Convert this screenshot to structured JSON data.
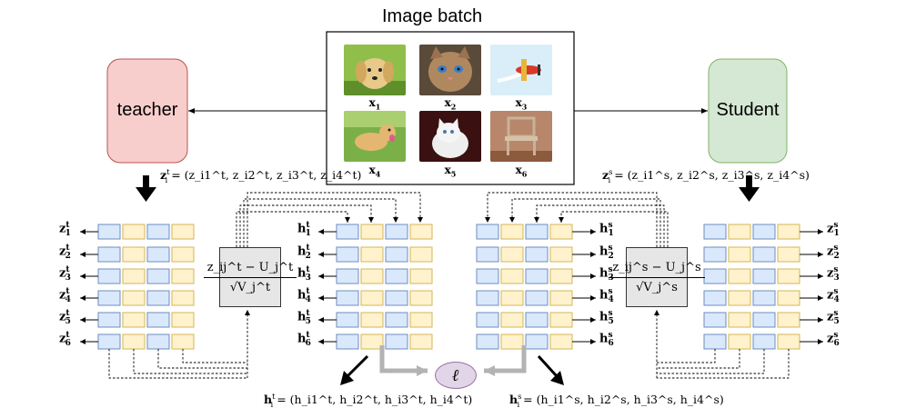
{
  "title": "Image batch",
  "teacher_label": "teacher",
  "student_label": "Student",
  "images": [
    {
      "caption_base": "x",
      "caption_index": "1",
      "subject": "puppy on grass"
    },
    {
      "caption_base": "x",
      "caption_index": "2",
      "subject": "cat face"
    },
    {
      "caption_base": "x",
      "caption_index": "3",
      "subject": "red airplane"
    },
    {
      "caption_base": "x",
      "caption_index": "4",
      "subject": "dog running on grass"
    },
    {
      "caption_base": "x",
      "caption_index": "5",
      "subject": "white kitten"
    },
    {
      "caption_base": "x",
      "caption_index": "6",
      "subject": "wooden chair"
    }
  ],
  "teacher_formula": "= (z_i1^t, z_i2^t, z_i3^t, z_i4^t)",
  "student_formula": "= (z_i1^s, z_i2^s, z_i3^s, z_i4^s)",
  "teacher_h_formula": "= (h_i1^t, h_i2^t, h_i3^t, h_i4^t)",
  "student_h_formula": "= (h_i1^s, h_i2^s, h_i3^s, h_i4^s)",
  "teacher_norm": {
    "numerator": "z_ij^t − U_j^t",
    "denominator": "√V_j^t"
  },
  "student_norm": {
    "numerator": "z_ij^s − U_j^s",
    "denominator": "√V_j^s"
  },
  "row_indices": [
    "1",
    "2",
    "3",
    "4",
    "5",
    "6"
  ],
  "loss_symbol": "ℓ",
  "colors": {
    "teacher_fill": "#f8cecc",
    "teacher_border": "#b85450",
    "student_fill": "#d5e8d4",
    "student_border": "#82b366",
    "cell_blue": "#dae8fc",
    "cell_blue_border": "#6c8ebf",
    "cell_yellow": "#fff2cc",
    "cell_yellow_border": "#d6b656",
    "loss_fill": "#e1d5e7",
    "loss_border": "#9673a6",
    "grey_arrow": "#b3b3b3"
  }
}
